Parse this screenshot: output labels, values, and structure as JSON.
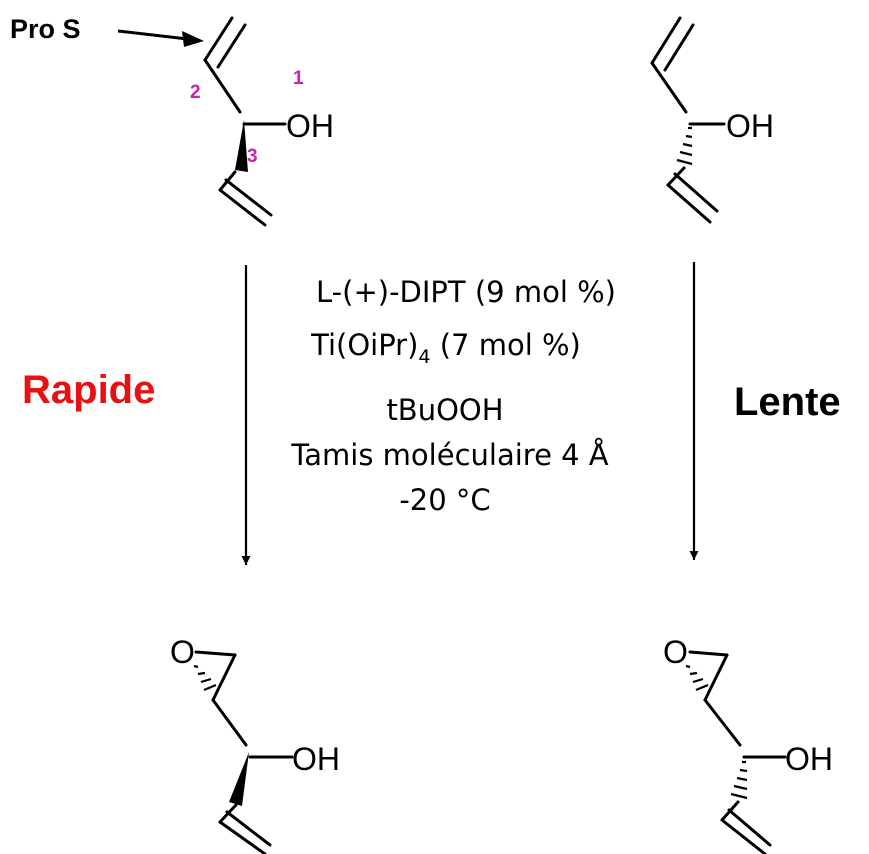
{
  "annotation": {
    "pro_s_label": "Pro S"
  },
  "atoms": {
    "oh": "OH",
    "o": "O"
  },
  "numbering": {
    "n1": "1",
    "n2": "2",
    "n3": "3"
  },
  "rates": {
    "fast": "Rapide",
    "slow": "Lente"
  },
  "conditions": {
    "ligand": "L-(+)-DIPT (9 mol %)",
    "titanium_prefix": "Ti(OiPr)",
    "titanium_subscript": "4",
    "titanium_suffix": " (7 mol %)",
    "oxidant": "tBuOOH",
    "sieves": "Tamis moléculaire 4 Å",
    "temperature": "-20 °C"
  },
  "colors": {
    "rapide": "#e81010",
    "numbering": "#cc1fb3",
    "ink": "#000000"
  }
}
